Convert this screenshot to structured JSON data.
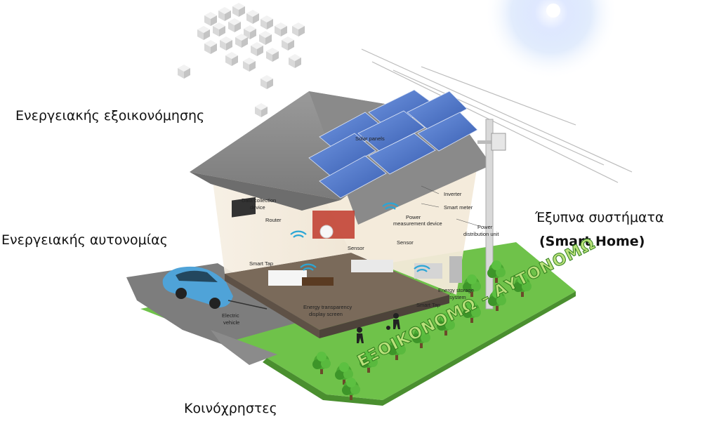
{
  "labels": {
    "energy_saving": "Ενεργειακής εξοικονόμησης",
    "energy_autonomy": "Ενεργειακής αυτονομίας",
    "smart_systems_line1": "Έξυπνα συστήματα",
    "smart_systems_line2": "(Smart Home)",
    "shared": "Κοινόχρηστες",
    "slogan": "ΕΞΟΙΚΟΝΟΜΩ – ΑΥΤΟΝΟΜΩ"
  },
  "callouts": {
    "solar_panels": "Solar panels",
    "data_collection_1": "Data collection",
    "data_collection_2": "device",
    "router": "Router",
    "inverter": "Inverter",
    "smart_meter": "Smart meter",
    "power_measurement_1": "Power",
    "power_measurement_2": "measurement device",
    "power_distribution_1": "Power",
    "power_distribution_2": "distribution unit",
    "sensor_1": "Sensor",
    "sensor_2": "Sensor",
    "smart_tap_1": "Smart Tap",
    "smart_tap_2": "Smart Tap",
    "energy_storage_1": "Energy storage",
    "energy_storage_2": "system",
    "energy_display_1": "Energy transparency",
    "energy_display_2": "display screen",
    "electric_vehicle_1": "Electric",
    "electric_vehicle_2": "vehicle"
  },
  "colors": {
    "lawn": "#6fc24a",
    "road": "#7d7d7d",
    "roof": "#8a8a8a",
    "solar_panel": "#4a74c9",
    "car": "#4fa3d8",
    "tree": "#4aa832",
    "slogan_fill": "#b9e07a",
    "slogan_stroke": "#2f7d1c"
  },
  "icons": [
    "cube-cluster-icon",
    "sun-glow-icon",
    "solar-panel-icon",
    "electric-car-icon",
    "tree-icon",
    "wifi-signal-icon",
    "utility-pole-icon"
  ]
}
